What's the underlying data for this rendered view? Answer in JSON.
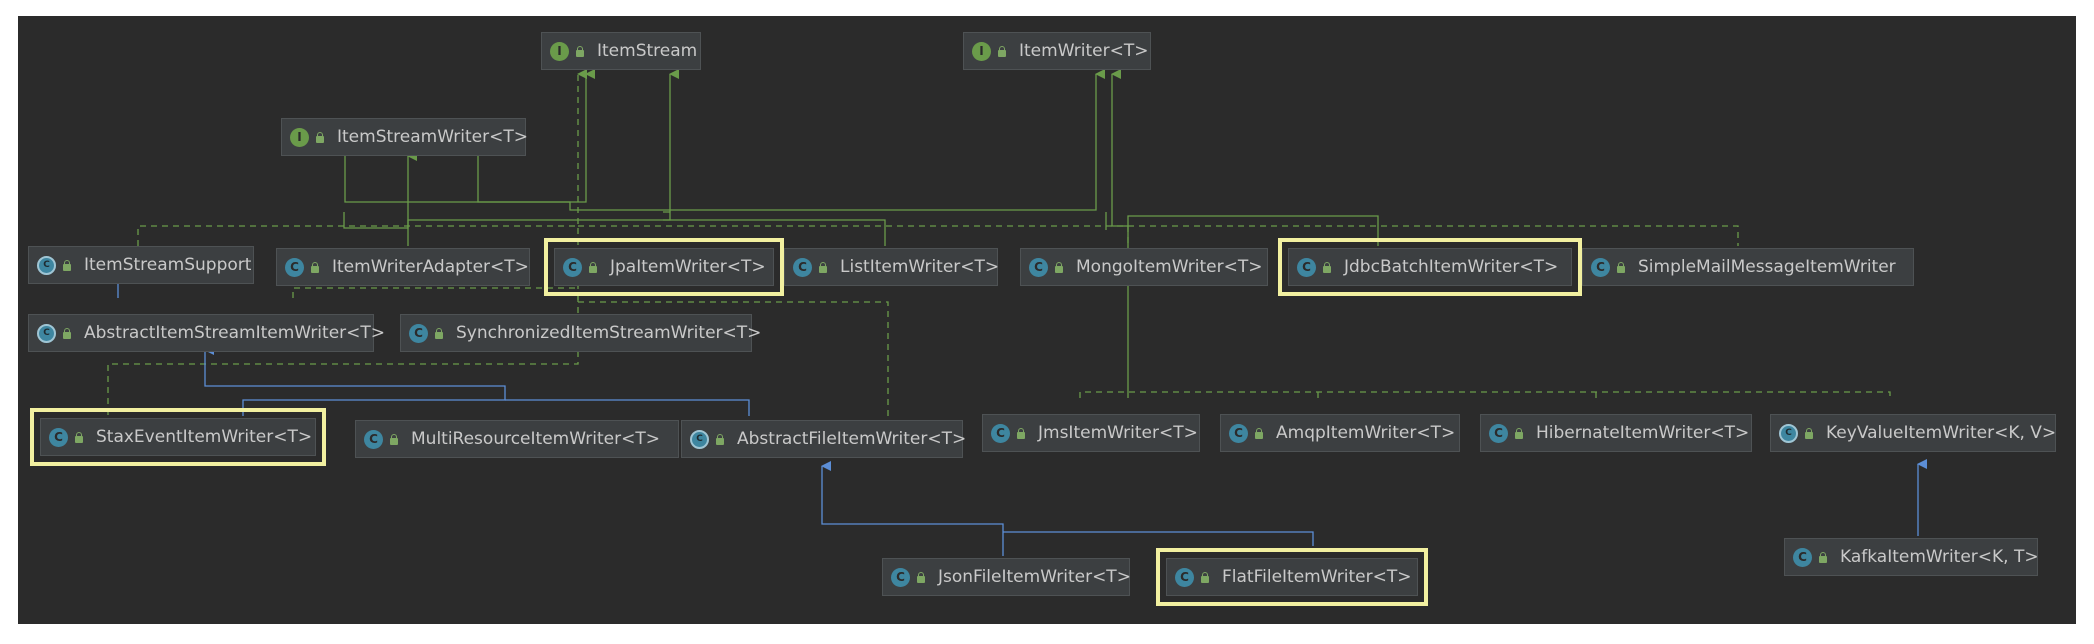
{
  "colors": {
    "background": "#2b2b2b",
    "node": "#3c3f41",
    "text": "#c9c9c9",
    "implements_edge": "#6a9b4a",
    "extends_edge": "#5c8ed6",
    "highlight": "#f2f0a0",
    "interface_icon": "#6a9b4a",
    "class_icon": "#3e86a0"
  },
  "nodes": {
    "itemstream": {
      "label": "ItemStream",
      "kind": "interface",
      "icon": "interface-icon"
    },
    "itemwriter": {
      "label": "ItemWriter<T>",
      "kind": "interface",
      "icon": "interface-icon"
    },
    "itemstreamwriter": {
      "label": "ItemStreamWriter<T>",
      "kind": "interface",
      "icon": "interface-icon"
    },
    "itemstreamsupport": {
      "label": "ItemStreamSupport",
      "kind": "abstract",
      "icon": "abstract-class-icon"
    },
    "itemwriteradapter": {
      "label": "ItemWriterAdapter<T>",
      "kind": "class",
      "icon": "class-icon"
    },
    "jpaitemwriter": {
      "label": "JpaItemWriter<T>",
      "kind": "class",
      "icon": "class-icon",
      "highlighted": true
    },
    "listitemwriter": {
      "label": "ListItemWriter<T>",
      "kind": "class",
      "icon": "class-icon"
    },
    "mongoitemwriter": {
      "label": "MongoItemWriter<T>",
      "kind": "class",
      "icon": "class-icon"
    },
    "jdbcbatchitemwriter": {
      "label": "JdbcBatchItemWriter<T>",
      "kind": "class",
      "icon": "class-icon",
      "highlighted": true
    },
    "simplemailmessageitemwriter": {
      "label": "SimpleMailMessageItemWriter",
      "kind": "class",
      "icon": "class-icon"
    },
    "abstractitemstreamitemwriter": {
      "label": "AbstractItemStreamItemWriter<T>",
      "kind": "abstract",
      "icon": "abstract-class-icon"
    },
    "synchronizeditemstreamwriter": {
      "label": "SynchronizedItemStreamWriter<T>",
      "kind": "class",
      "icon": "class-icon"
    },
    "staxeventitemwriter": {
      "label": "StaxEventItemWriter<T>",
      "kind": "class",
      "icon": "class-icon",
      "highlighted": true
    },
    "multiresourceitemwriter": {
      "label": "MultiResourceItemWriter<T>",
      "kind": "class",
      "icon": "class-icon"
    },
    "abstractfileitemwriter": {
      "label": "AbstractFileItemWriter<T>",
      "kind": "abstract",
      "icon": "abstract-class-icon"
    },
    "jmsitemwriter": {
      "label": "JmsItemWriter<T>",
      "kind": "class",
      "icon": "class-icon"
    },
    "amqpitemwriter": {
      "label": "AmqpItemWriter<T>",
      "kind": "class",
      "icon": "class-icon"
    },
    "hibernateitemwriter": {
      "label": "HibernateItemWriter<T>",
      "kind": "class",
      "icon": "class-icon"
    },
    "keyvalueitemwriter": {
      "label": "KeyValueItemWriter<K, V>",
      "kind": "abstract",
      "icon": "abstract-class-icon"
    },
    "kafkaitemwriter": {
      "label": "KafkaItemWriter<K, T>",
      "kind": "class",
      "icon": "class-icon"
    },
    "jsonfileitemwriter": {
      "label": "JsonFileItemWriter<T>",
      "kind": "class",
      "icon": "class-icon"
    },
    "flatfileitemwriter": {
      "label": "FlatFileItemWriter<T>",
      "kind": "class",
      "icon": "class-icon",
      "highlighted": true
    }
  }
}
